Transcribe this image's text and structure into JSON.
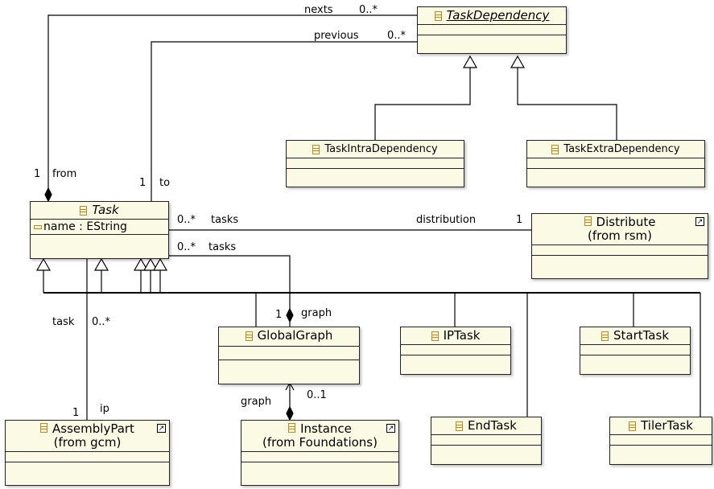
{
  "classes": {
    "task_dependency": {
      "name": "TaskDependency",
      "abstract": true
    },
    "task_intra_dependency": {
      "name": "TaskIntraDependency"
    },
    "task_extra_dependency": {
      "name": "TaskExtraDependency"
    },
    "task": {
      "name": "Task",
      "abstract": true,
      "attributes": [
        "name : EString"
      ]
    },
    "distribute": {
      "name": "Distribute",
      "origin": "(from rsm)",
      "external": true
    },
    "global_graph": {
      "name": "GlobalGraph"
    },
    "ip_task": {
      "name": "IPTask"
    },
    "start_task": {
      "name": "StartTask"
    },
    "end_task": {
      "name": "EndTask"
    },
    "tiler_task": {
      "name": "TilerTask"
    },
    "assembly_part": {
      "name": "AssemblyPart",
      "origin": "(from gcm)",
      "external": true
    },
    "instance": {
      "name": "Instance",
      "origin": "(from Foundations)",
      "external": true
    }
  },
  "labels": {
    "nexts": "nexts",
    "nexts_mult": "0..*",
    "previous": "previous",
    "previous_mult": "0..*",
    "from_mult": "1",
    "from": "from",
    "to_mult": "1",
    "to": "to",
    "tasks_dist_mult": "0..*",
    "tasks_dist": "tasks",
    "distribution": "distribution",
    "distribution_mult": "1",
    "tasks_graph_mult": "0..*",
    "tasks_graph": "tasks",
    "graph_mult": "1",
    "graph": "graph",
    "task_role": "task",
    "task_role_mult": "0..*",
    "ip_mult": "1",
    "ip": "ip",
    "instance_graph": "graph",
    "instance_graph_mult": "0..1"
  },
  "colors": {
    "class_fill": "#fbfbe5",
    "line": "#000000",
    "icon": "#b08a3a"
  }
}
